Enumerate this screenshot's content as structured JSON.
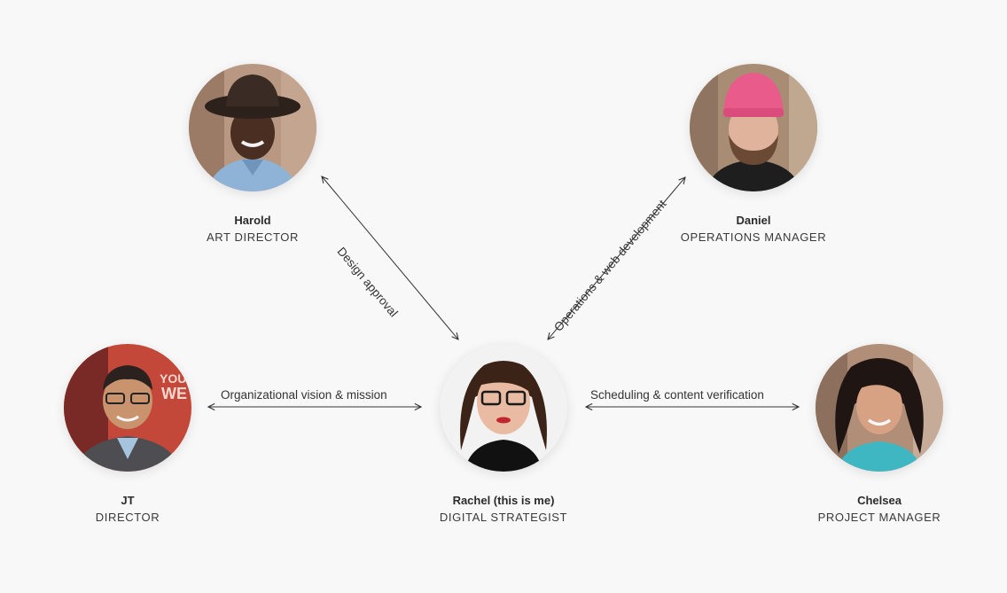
{
  "colors": {
    "background": "#f8f8f8",
    "line": "#333333",
    "text": "#2b2b2b"
  },
  "people": {
    "harold": {
      "name": "Harold",
      "role": "ART DIRECTOR",
      "icon": "harold-portrait"
    },
    "daniel": {
      "name": "Daniel",
      "role": "OPERATIONS MANAGER",
      "icon": "daniel-portrait"
    },
    "jt": {
      "name": "JT",
      "role": "DIRECTOR",
      "icon": "jt-portrait"
    },
    "rachel": {
      "name": "Rachel (this is me)",
      "role": "DIGITAL STRATEGIST",
      "icon": "rachel-portrait"
    },
    "chelsea": {
      "name": "Chelsea",
      "role": "PROJECT MANAGER",
      "icon": "chelsea-portrait"
    }
  },
  "relationships": {
    "harold_rachel": "Design approval",
    "daniel_rachel": "Operations & web development",
    "jt_rachel": "Organizational vision & mission",
    "rachel_chelsea": "Scheduling & content verification"
  }
}
